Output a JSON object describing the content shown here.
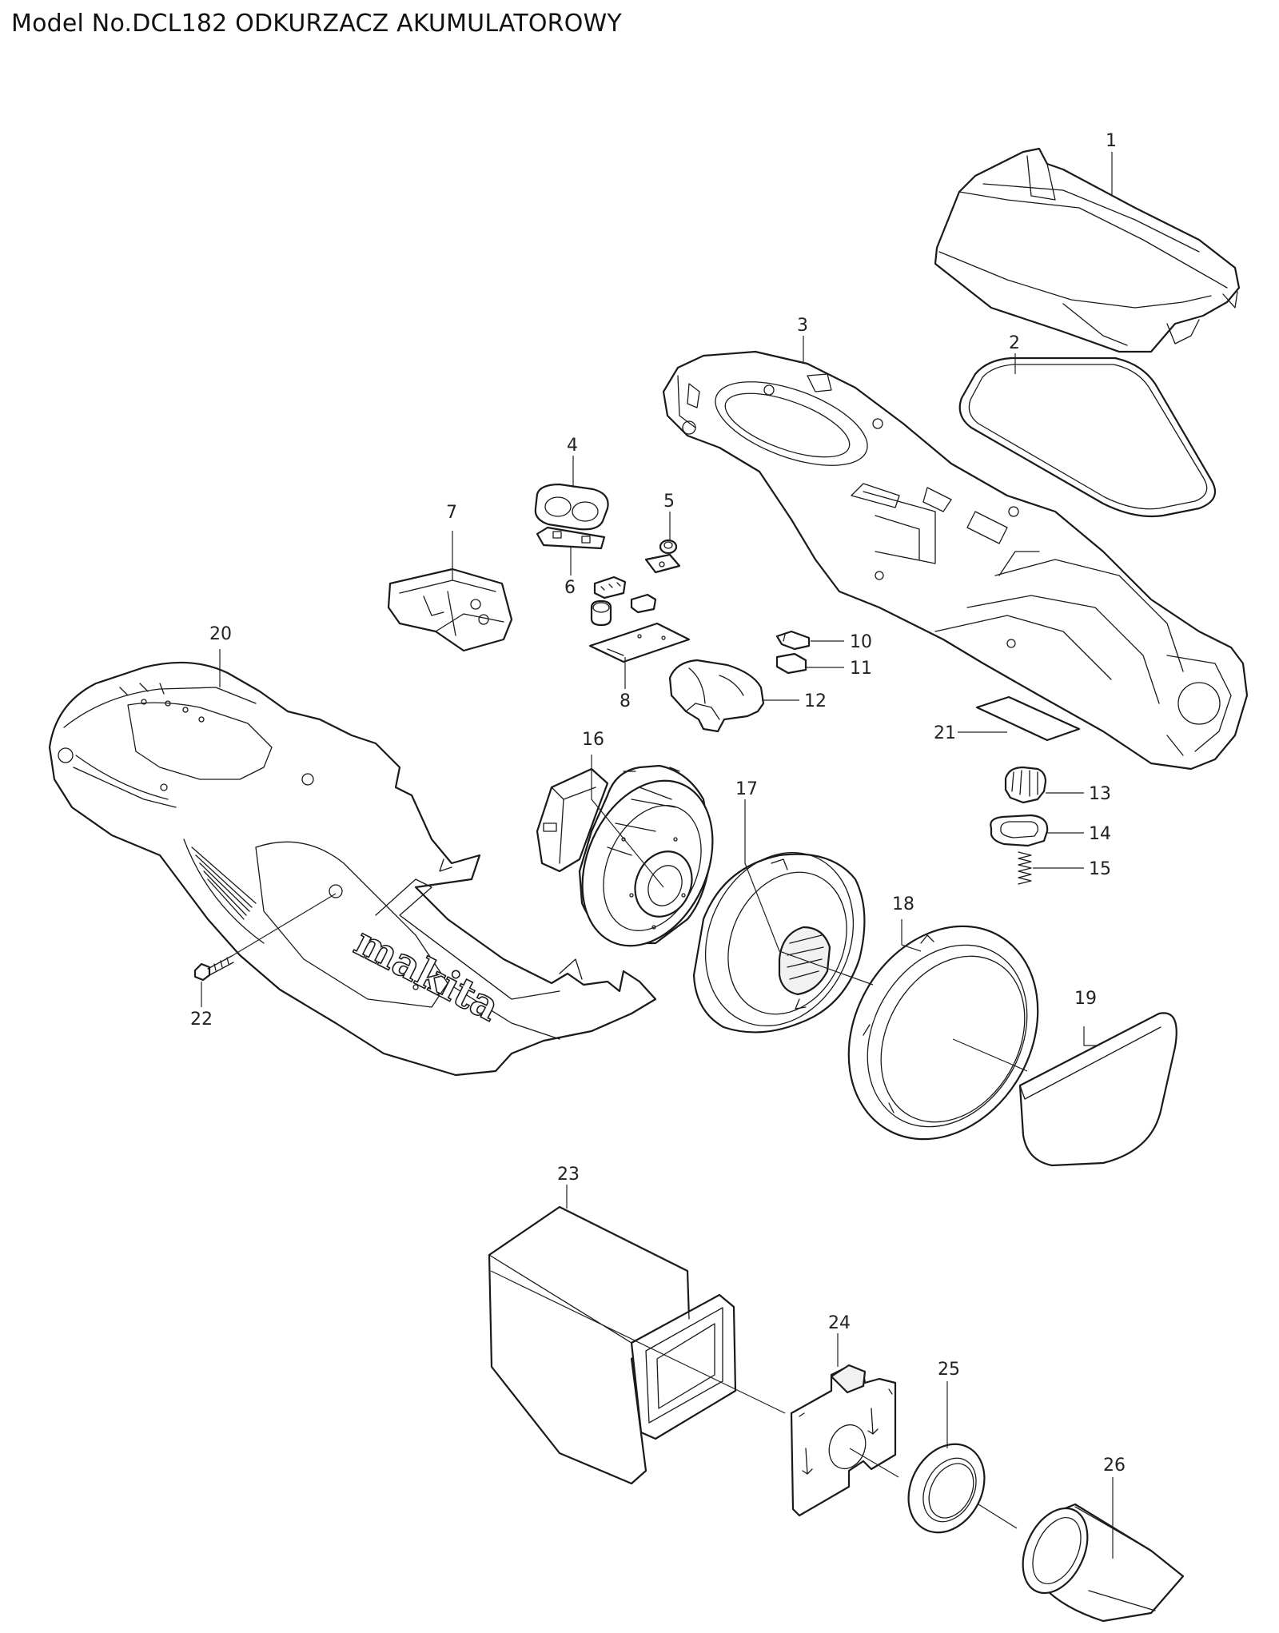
{
  "header": {
    "title": "Model No.DCL182 ODKURZACZ AKUMULATOROWY"
  },
  "brand": {
    "logo_text": "makita"
  },
  "parts": [
    {
      "no": "1"
    },
    {
      "no": "2"
    },
    {
      "no": "3"
    },
    {
      "no": "4"
    },
    {
      "no": "5"
    },
    {
      "no": "6"
    },
    {
      "no": "7"
    },
    {
      "no": "8"
    },
    {
      "no": "10"
    },
    {
      "no": "11"
    },
    {
      "no": "12"
    },
    {
      "no": "13"
    },
    {
      "no": "14"
    },
    {
      "no": "15"
    },
    {
      "no": "16"
    },
    {
      "no": "17"
    },
    {
      "no": "18"
    },
    {
      "no": "19"
    },
    {
      "no": "20"
    },
    {
      "no": "21"
    },
    {
      "no": "22"
    },
    {
      "no": "23"
    },
    {
      "no": "24"
    },
    {
      "no": "25"
    },
    {
      "no": "26"
    }
  ],
  "colors": {
    "line": "#1a1a1a",
    "background": "#ffffff"
  }
}
